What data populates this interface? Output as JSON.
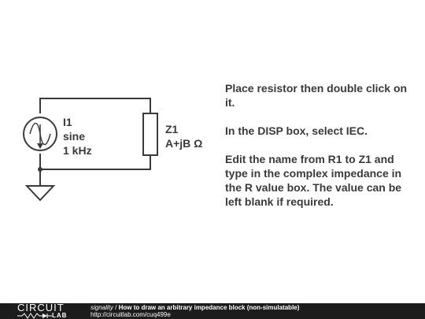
{
  "source": {
    "name": "I1",
    "type": "sine",
    "frequency": "1 kHz"
  },
  "impedance": {
    "name": "Z1",
    "value": "A+jB Ω"
  },
  "instructions": [
    "Place resistor then double click on it.",
    "In the DISP box, select IEC.",
    "Edit the name from R1 to Z1 and type in the complex impedance in the R value box. The value can be left blank if required."
  ],
  "footer": {
    "logo_top": "CIRCUIT",
    "logo_bottom": "LAB",
    "author": "signality",
    "separator": " / ",
    "title": "How to draw an arbitrary impedance block (non-simulatable)",
    "url": "http://circuitlab.com/cuq499e"
  },
  "colors": {
    "wire": "#3a3a3a",
    "footer_bg": "#1c1c1c"
  }
}
